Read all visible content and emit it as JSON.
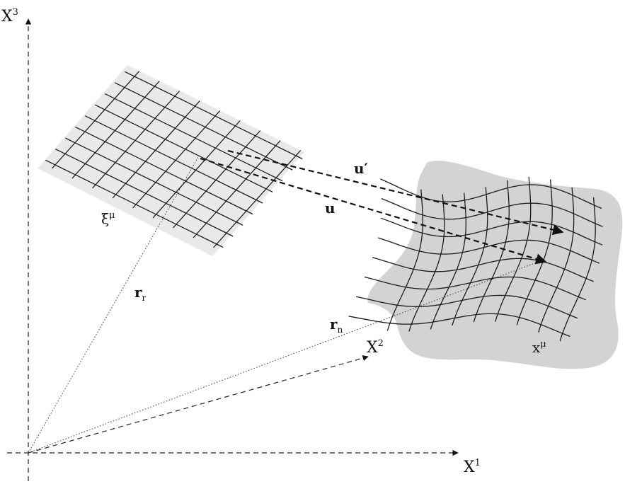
{
  "colors": {
    "ink": "#111111",
    "sheet_fill": "#e9e9e9",
    "deformed_fill": "#d3d3d3",
    "background": "#ffffff"
  },
  "axes": {
    "x1": {
      "base": "X",
      "sup": "1"
    },
    "x2": {
      "base": "X",
      "sup": "2"
    },
    "x3": {
      "base": "X",
      "sup": "3"
    }
  },
  "reference_grid": {
    "label_base": "ξ",
    "label_sup": "μ"
  },
  "deformed_grid": {
    "label_base": "x",
    "label_sup": "μ"
  },
  "vectors": {
    "r_r": {
      "base": "r",
      "sub": "r"
    },
    "r_n": {
      "base": "r",
      "sub": "n"
    },
    "u": "u",
    "u_prime": "u′"
  }
}
